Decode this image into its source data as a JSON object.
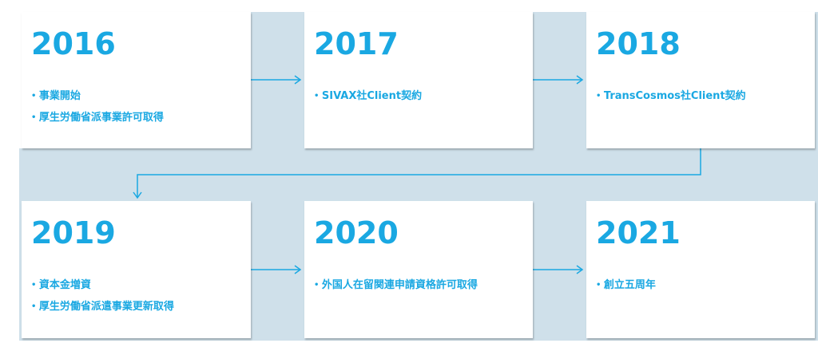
{
  "timeline": [
    {
      "year": "2016",
      "items": [
        "事業開始",
        "厚生労働省派事業許可取得"
      ]
    },
    {
      "year": "2017",
      "items": [
        "SIVAX社Client契約"
      ]
    },
    {
      "year": "2018",
      "items": [
        "TransCosmos社Client契約"
      ]
    },
    {
      "year": "2019",
      "items": [
        "資本金増資",
        "厚生労働省派遣事業更新取得"
      ]
    },
    {
      "year": "2020",
      "items": [
        "外国人在留関連申請資格許可取得"
      ]
    },
    {
      "year": "2021",
      "items": [
        "創立五周年"
      ]
    }
  ],
  "colors": {
    "accent": "#1aa8e2",
    "band": "#cfe0ea",
    "card": "#ffffff"
  }
}
